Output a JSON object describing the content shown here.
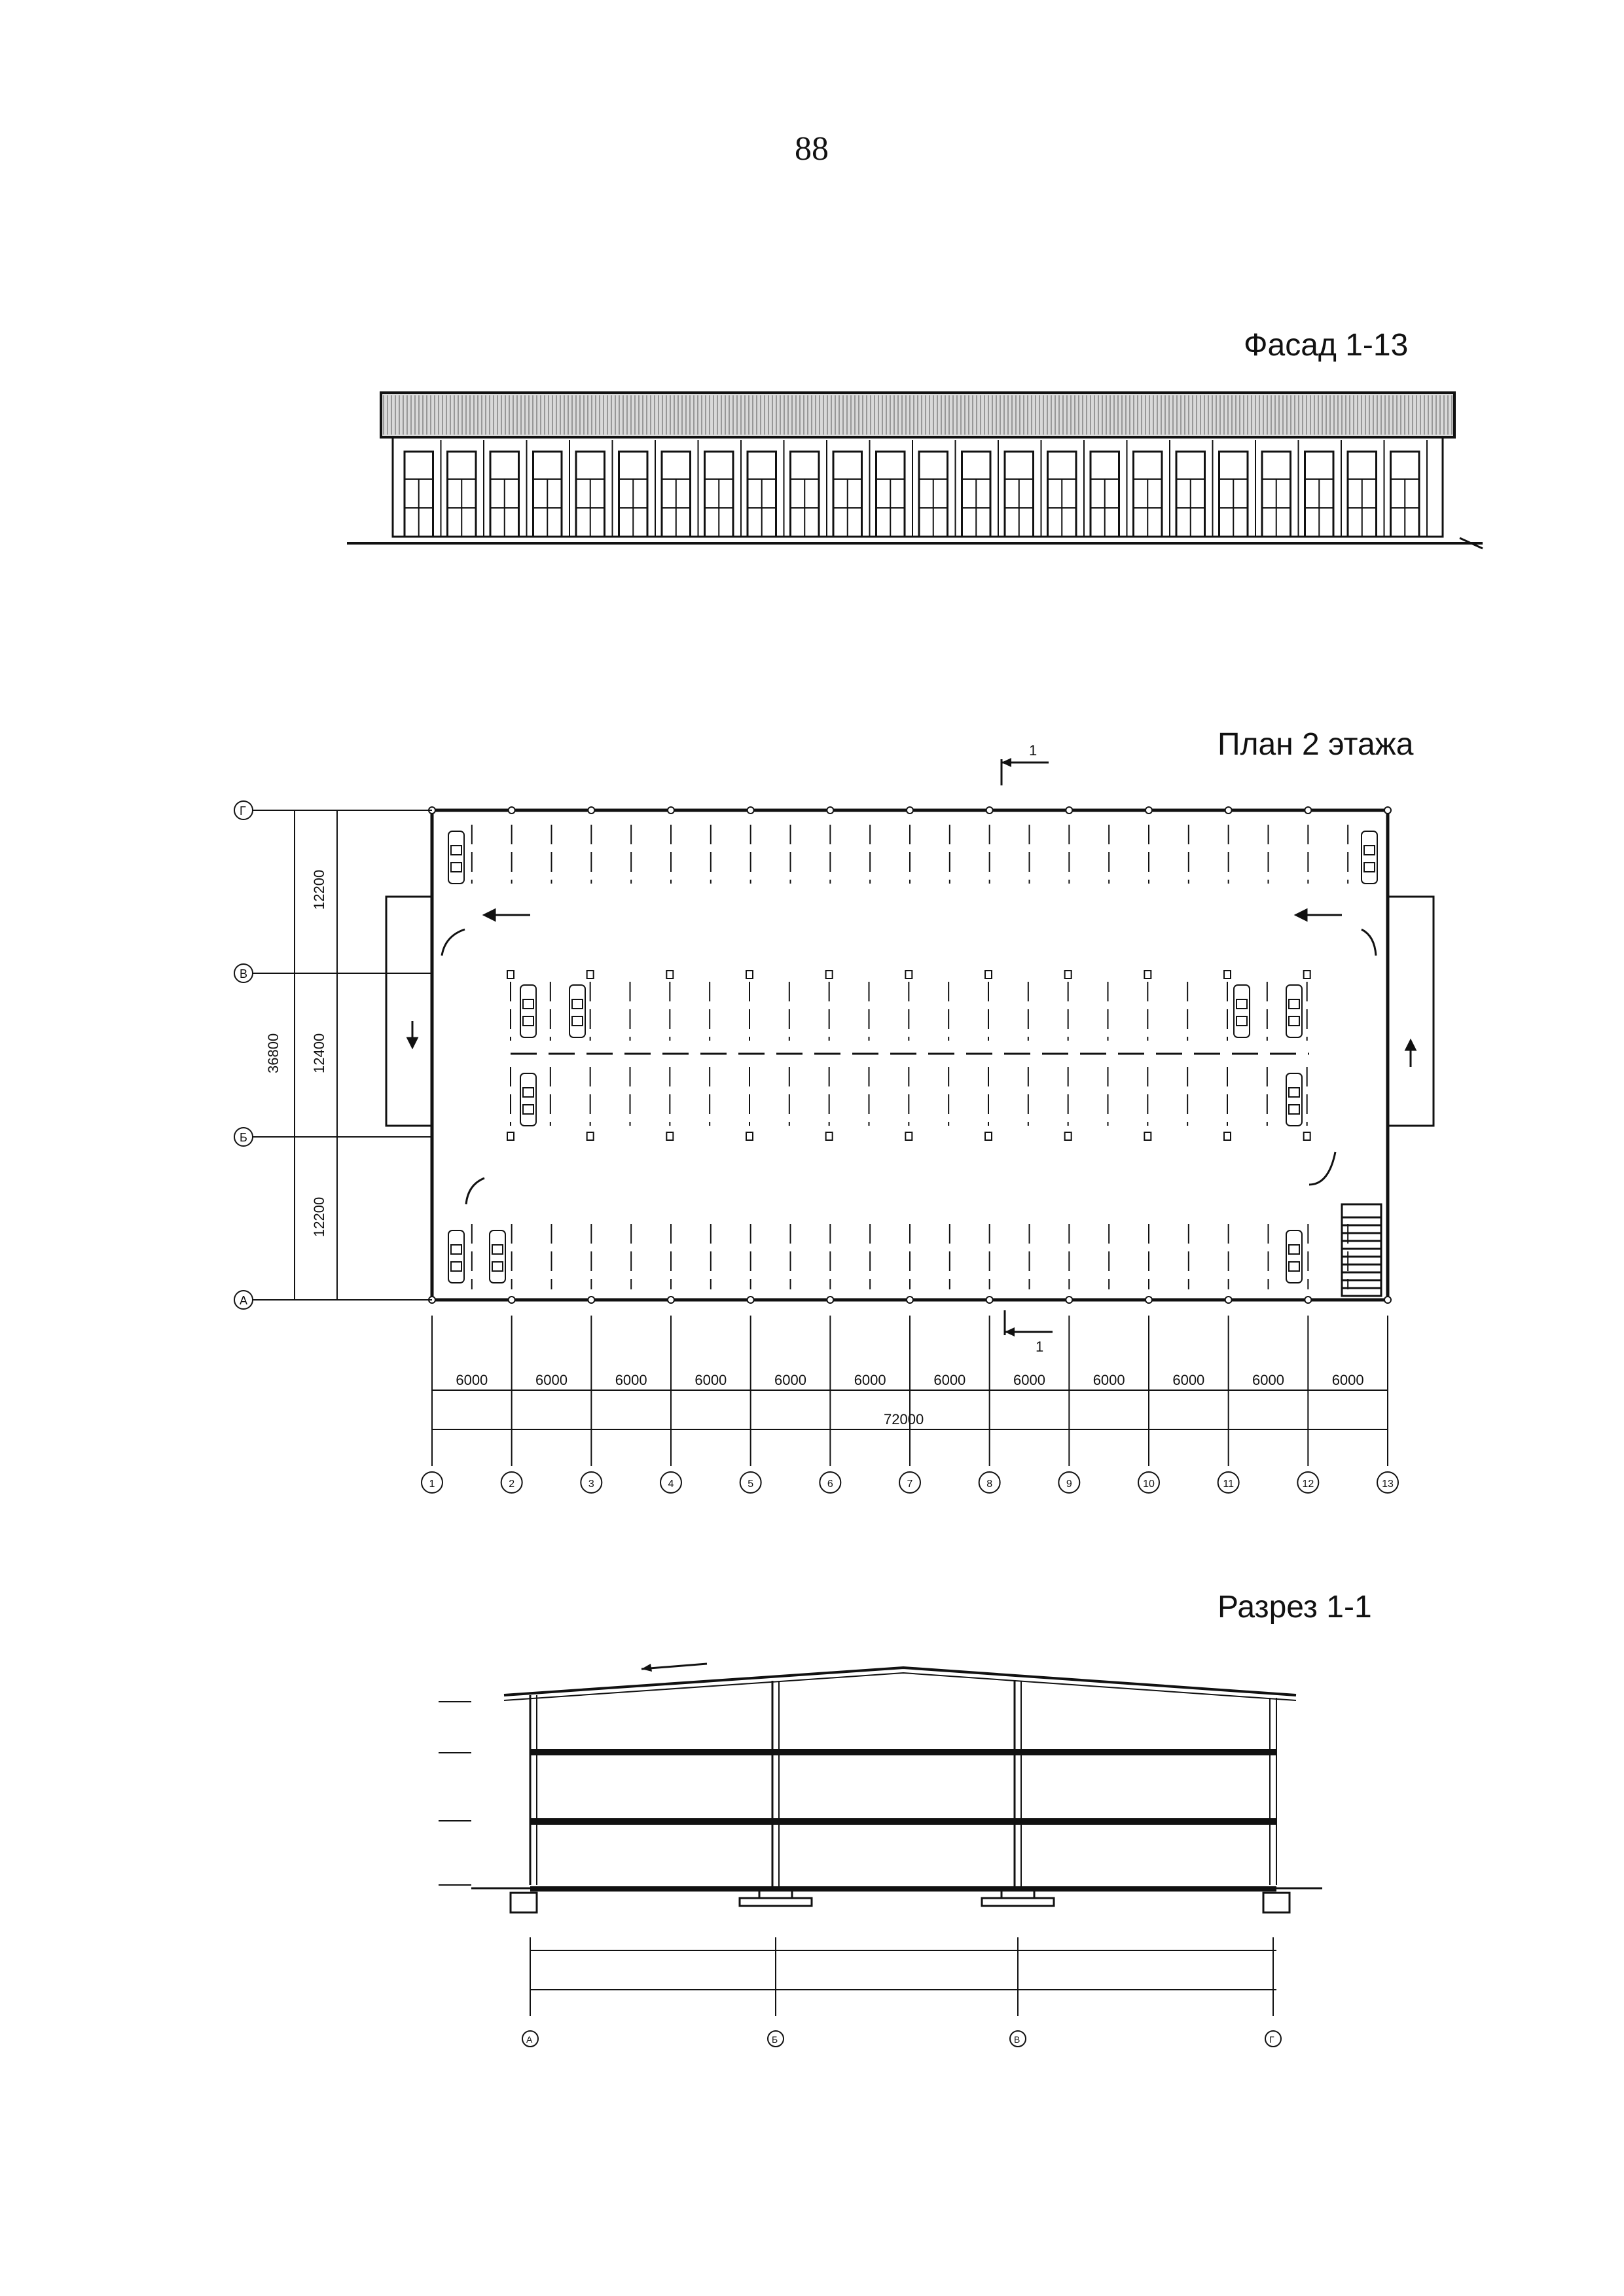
{
  "page": {
    "number": "88"
  },
  "facade": {
    "title": "Фасад 1-13",
    "bay_count": 24
  },
  "plan": {
    "title": "План 2 этажа",
    "section_mark": "1",
    "axes_letters": [
      "Г",
      "В",
      "Б",
      "А"
    ],
    "axes_numbers": [
      "1",
      "2",
      "3",
      "4",
      "5",
      "6",
      "7",
      "8",
      "9",
      "10",
      "11",
      "12",
      "13"
    ],
    "bay_width_label": "6000",
    "bay_count": 12,
    "total_length_label": "72000",
    "total_width_label": "36800",
    "row_dims": [
      "12200",
      "12400",
      "12200"
    ]
  },
  "section": {
    "title": "Разрез 1-1",
    "axes": [
      "А",
      "Б",
      "В",
      "Г"
    ]
  }
}
